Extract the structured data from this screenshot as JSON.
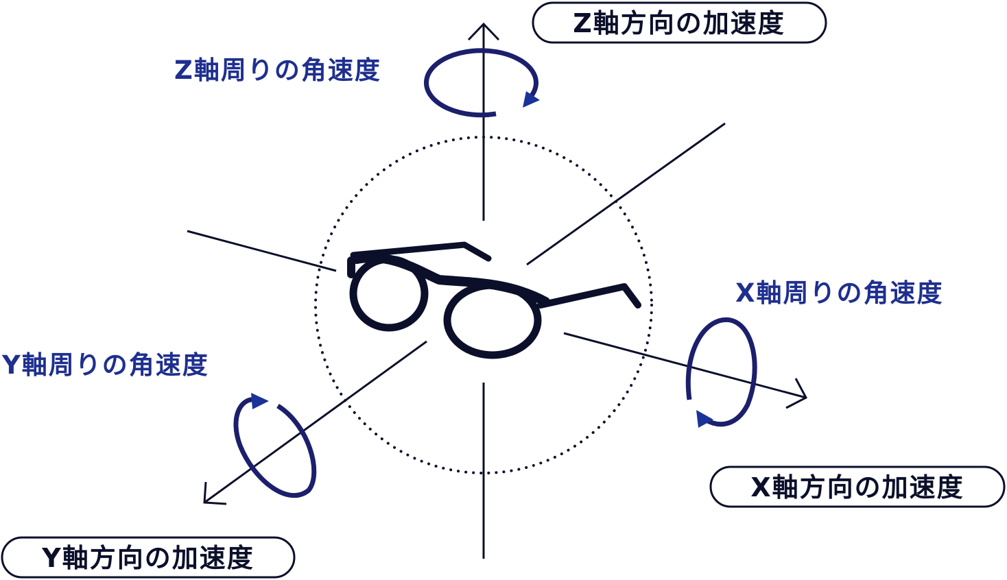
{
  "labels": {
    "z_accel": "Z軸方向の加速度",
    "x_accel": "X軸方向の加速度",
    "y_accel": "Y軸方向の加速度",
    "z_angular": "Z軸周りの角速度",
    "x_angular": "X軸周りの角速度",
    "y_angular": "Y軸周りの角速度"
  },
  "colors": {
    "line": "#0b0f2a",
    "label_blue": "#1e2f8f",
    "ring": "#1c1f6b",
    "ring_arrow": "#1a3399"
  }
}
